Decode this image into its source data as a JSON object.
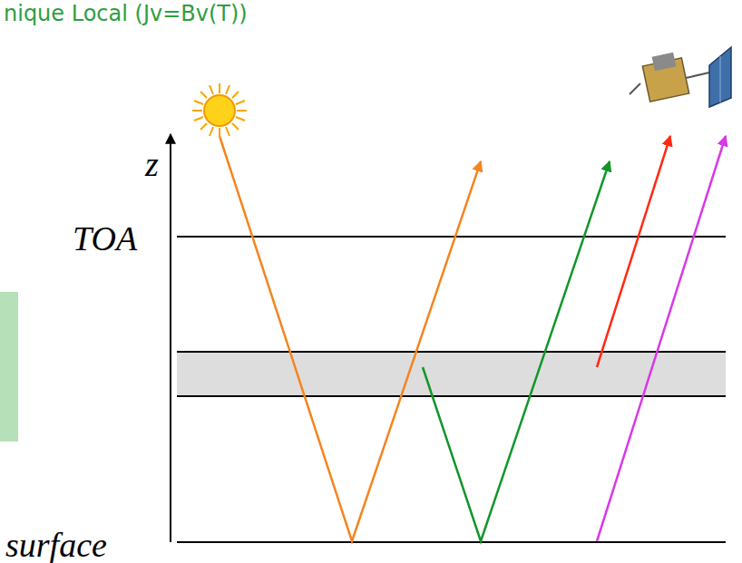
{
  "diagram": {
    "title": "nique Local (Jv=Bv(T))",
    "labels": [
      "z",
      "TOA",
      "surface"
    ]
  }
}
